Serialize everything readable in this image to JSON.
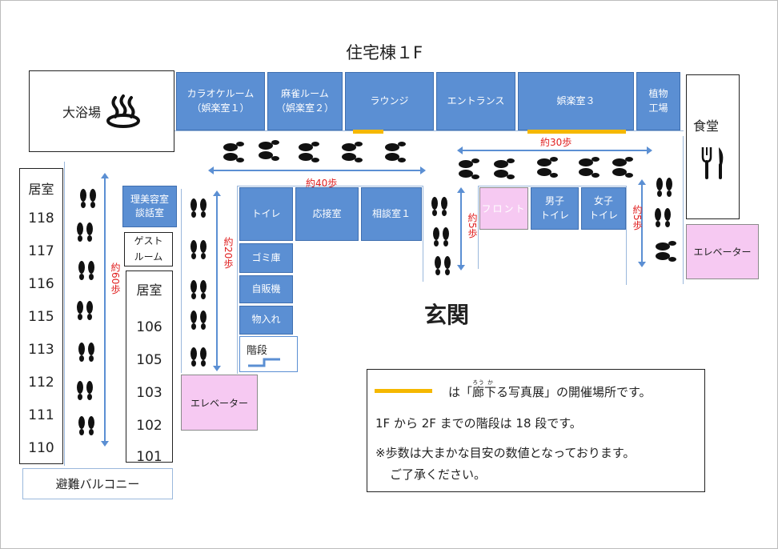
{
  "title": "住宅棟１F",
  "rooms_top": {
    "karaoke": [
      "カラオケルーム",
      "（娯楽室１）"
    ],
    "mahjong": [
      "麻雀ルーム",
      "（娯楽室２）"
    ],
    "lounge": "ラウンジ",
    "entrance_hall": "エントランス",
    "goraku3": "娯楽室３",
    "plant": [
      "植物",
      "工場"
    ]
  },
  "bath": "大浴場",
  "dining": "食堂",
  "kyoshitsu_label": "居室",
  "left_rooms": [
    "118",
    "117",
    "116",
    "115",
    "113",
    "112",
    "111",
    "110"
  ],
  "right_rooms": [
    "106",
    "105",
    "103",
    "102",
    "101"
  ],
  "biyo": [
    "理美容室",
    "談話室"
  ],
  "guest": [
    "ゲスト",
    "ルーム"
  ],
  "center_rooms": {
    "toilet": "トイレ",
    "oshitsu": "応接室",
    "sodan": "相談室１",
    "gomi": "ゴミ庫",
    "jihanki": "自販機",
    "monoire": "物入れ",
    "kaidan": "階段",
    "front": "フロント",
    "men_toilet": [
      "男子",
      "トイレ"
    ],
    "women_toilet": [
      "女子",
      "トイレ"
    ]
  },
  "elevator": "エレベーター",
  "genkan": "玄関",
  "balcony": "避難バルコニー",
  "steps": {
    "s40": "約40歩",
    "s30": "約30歩",
    "s20": "約20歩",
    "s60": "約60歩",
    "s5a": "約5歩",
    "s5b": "約5歩"
  },
  "legend": {
    "line1_pre": "は「",
    "line1_ruby_base": "廊",
    "line1_ruby": "ろう",
    "line1_ka_base": "下",
    "line1_ka": "か",
    "line1_mid": "る写真展」の開催場所です。",
    "line2": "1F から 2F までの階段は 18 段です。",
    "line3": "※歩数は大まかな目安の数値となっております。",
    "line4": "ご了承ください。"
  },
  "colors": {
    "room_blue": "#5b8fd3",
    "pink": "#f6c9f2",
    "highlight": "#f5b800",
    "step_red": "#e02020"
  }
}
